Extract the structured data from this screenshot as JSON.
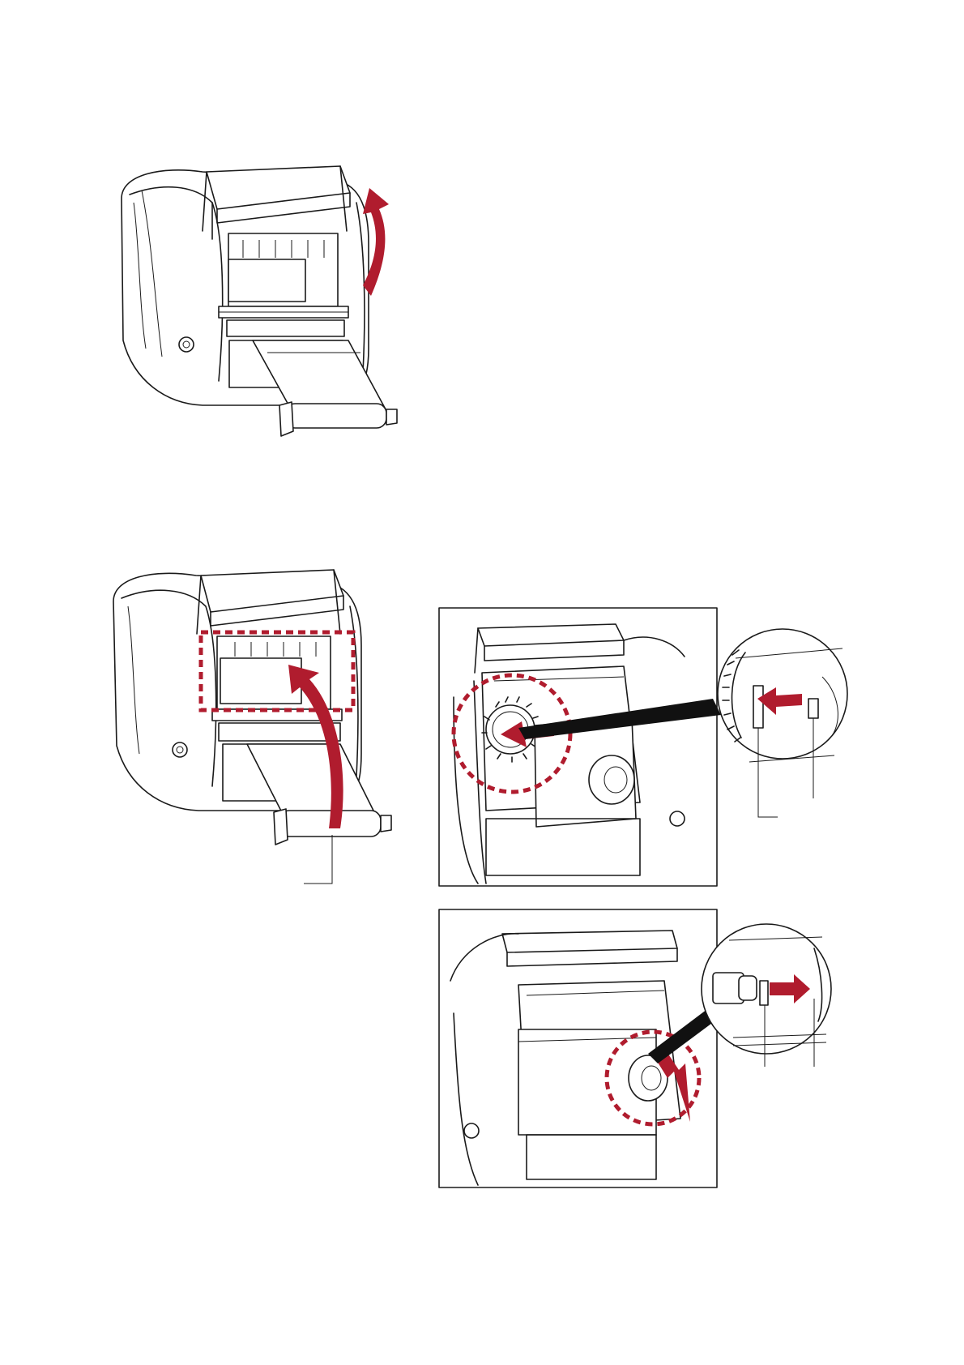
{
  "document": {
    "figures": [
      {
        "id": "printer-open-cover",
        "kind": "illustration"
      },
      {
        "id": "printer-ribbon-path",
        "kind": "illustration"
      },
      {
        "id": "supply-spindle-detail-gear",
        "kind": "inset"
      },
      {
        "id": "supply-spindle-detail-hub",
        "kind": "inset"
      }
    ],
    "colors": {
      "accent": "#b01c2e",
      "line": "#1a1a1a",
      "fill": "#ffffff"
    },
    "icons": [
      "up-curved-arrow",
      "feed-curved-arrow",
      "push-left-arrow",
      "push-right-arrow",
      "insert-diagonal-arrow",
      "dashed-highlight-box",
      "dashed-highlight-circle",
      "magnify-callout"
    ]
  }
}
